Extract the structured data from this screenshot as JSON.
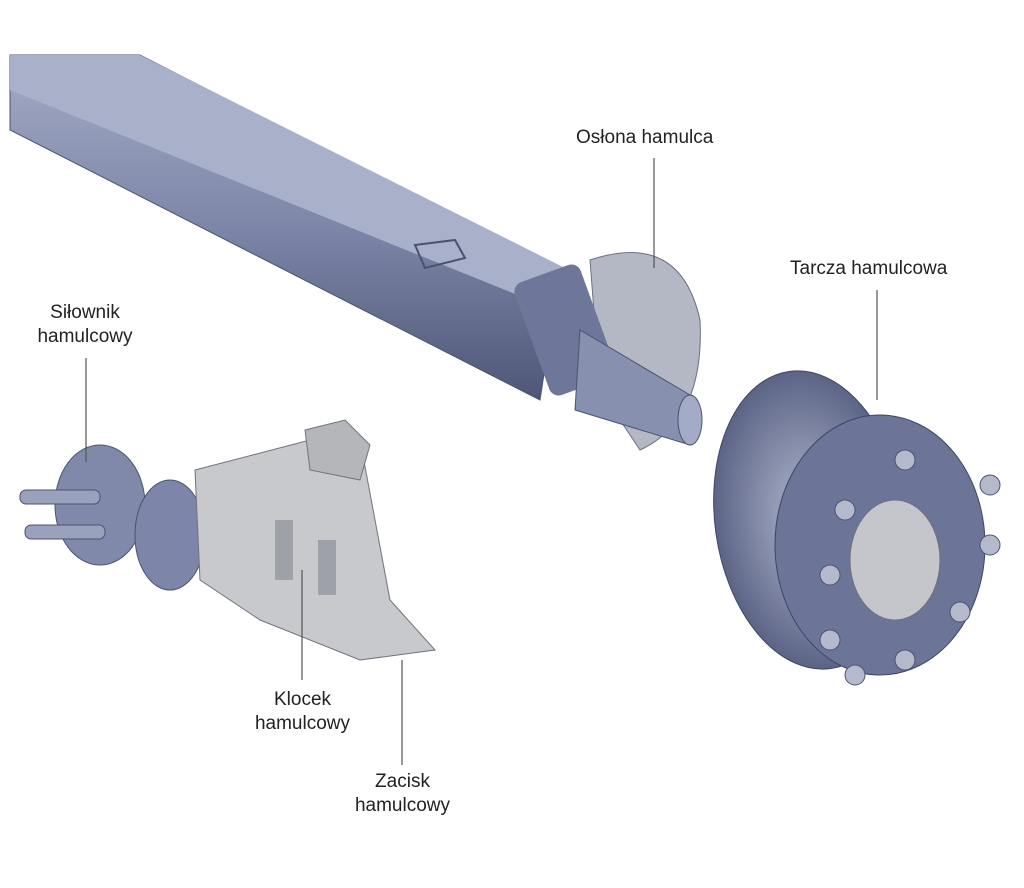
{
  "labels": {
    "brake_shield": "Osłona hamulca",
    "brake_disc": "Tarcza hamulcowa",
    "brake_chamber_1": "Siłownik",
    "brake_chamber_2": "hamulcowy",
    "brake_pad_1": "Klocek",
    "brake_pad_2": "hamulcowy",
    "brake_caliper_1": "Zacisk",
    "brake_caliper_2": "hamulcowy"
  },
  "colors": {
    "metal": "#7e87a8",
    "metal_dark": "#4e5677",
    "metal_light": "#b6bccf",
    "caliper": "#c8c9cc"
  }
}
